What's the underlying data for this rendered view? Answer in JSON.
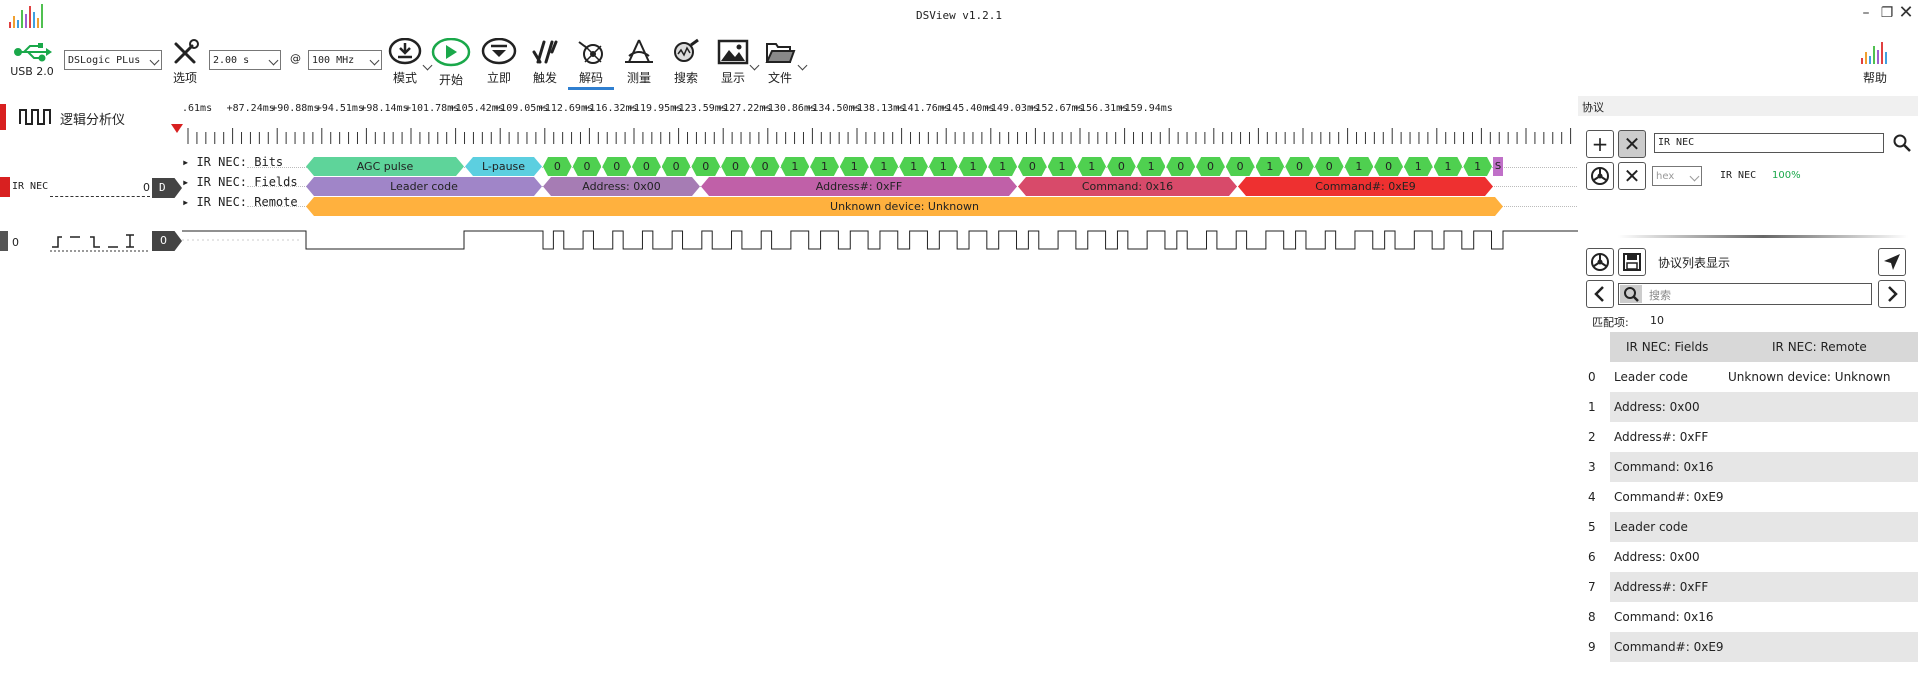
{
  "app": {
    "title": "DSView v1.2.1"
  },
  "toolbar": {
    "usb_label": "USB 2.0",
    "device": "DSLogic PLus",
    "options_label": "选项",
    "duration": "2.00 s",
    "at": "@",
    "rate": "100 MHz",
    "mode_label": "模式",
    "start_label": "开始",
    "instant_label": "立即",
    "trigger_label": "触发",
    "decode_label": "解码",
    "measure_label": "测量",
    "search_label": "搜索",
    "display_label": "显示",
    "file_label": "文件",
    "help_label": "帮助"
  },
  "timeline": {
    "ticks": [
      ".61ms",
      "+87.24ms",
      "+90.88ms",
      "+94.51ms",
      "+98.14ms",
      "+101.78ms",
      "+105.42ms",
      "+109.05ms",
      "+112.69ms",
      "+116.32ms",
      "+119.95ms",
      "+123.59ms",
      "+127.22ms",
      "+130.86ms",
      "+134.50ms",
      "+138.13ms",
      "+141.76ms",
      "+145.40ms",
      "+149.03ms",
      "+152.67ms",
      "+156.31ms",
      "+159.94ms"
    ]
  },
  "channels": {
    "logic_label": "逻辑分析仪",
    "decoder_name": "IR NEC",
    "decoder_index": "0",
    "decoder_tag": "D",
    "rows": [
      "IR NEC: Bits",
      "IR NEC: Fields",
      "IR NEC: Remote"
    ],
    "ch0_label": "0",
    "ch0_index": "0"
  },
  "decode": {
    "agc": "AGC pulse",
    "lpause": "L-pause",
    "bits": [
      "0",
      "0",
      "0",
      "0",
      "0",
      "0",
      "0",
      "0",
      "1",
      "1",
      "1",
      "1",
      "1",
      "1",
      "1",
      "1",
      "0",
      "1",
      "1",
      "0",
      "1",
      "0",
      "0",
      "0",
      "1",
      "0",
      "0",
      "1",
      "0",
      "1",
      "1",
      "1"
    ],
    "stop": "S",
    "fields": [
      "Leader code",
      "Address: 0x00",
      "Address#: 0xFF",
      "Command: 0x16",
      "Command#: 0xE9"
    ],
    "remote": "Unknown device: Unknown"
  },
  "panel": {
    "title": "协议",
    "protocol_input": "IR NEC",
    "format": "hex",
    "decoder_name": "IR NEC",
    "decoder_progress": "100%",
    "list_title": "协议列表显示",
    "search_placeholder": "搜索",
    "match_label": "匹配项:",
    "match_count": "10",
    "columns": [
      "IR NEC: Fields",
      "IR NEC: Remote"
    ],
    "rows": [
      {
        "idx": "0",
        "fields": "Leader code",
        "remote": "Unknown device: Unknown"
      },
      {
        "idx": "1",
        "fields": "Address: 0x00",
        "remote": ""
      },
      {
        "idx": "2",
        "fields": "Address#: 0xFF",
        "remote": ""
      },
      {
        "idx": "3",
        "fields": "Command: 0x16",
        "remote": ""
      },
      {
        "idx": "4",
        "fields": "Command#: 0xE9",
        "remote": ""
      },
      {
        "idx": "5",
        "fields": "Leader code",
        "remote": ""
      },
      {
        "idx": "6",
        "fields": "Address: 0x00",
        "remote": ""
      },
      {
        "idx": "7",
        "fields": "Address#: 0xFF",
        "remote": ""
      },
      {
        "idx": "8",
        "fields": "Command: 0x16",
        "remote": ""
      },
      {
        "idx": "9",
        "fields": "Command#: 0xE9",
        "remote": ""
      }
    ]
  },
  "colors": {
    "agc": "#5ed49a",
    "lpause": "#5ccfe0",
    "bits": "#4fd050",
    "stop": "#c070c8",
    "leader": "#a085c8",
    "address": "#a67cb4",
    "address_inv": "#c060a8",
    "command": "#d84a6a",
    "command_inv": "#ee3030",
    "remote": "#ffb13e",
    "accent": "#2f7fd0",
    "green_icon": "#1aa84a",
    "red_marker": "#d82020"
  }
}
